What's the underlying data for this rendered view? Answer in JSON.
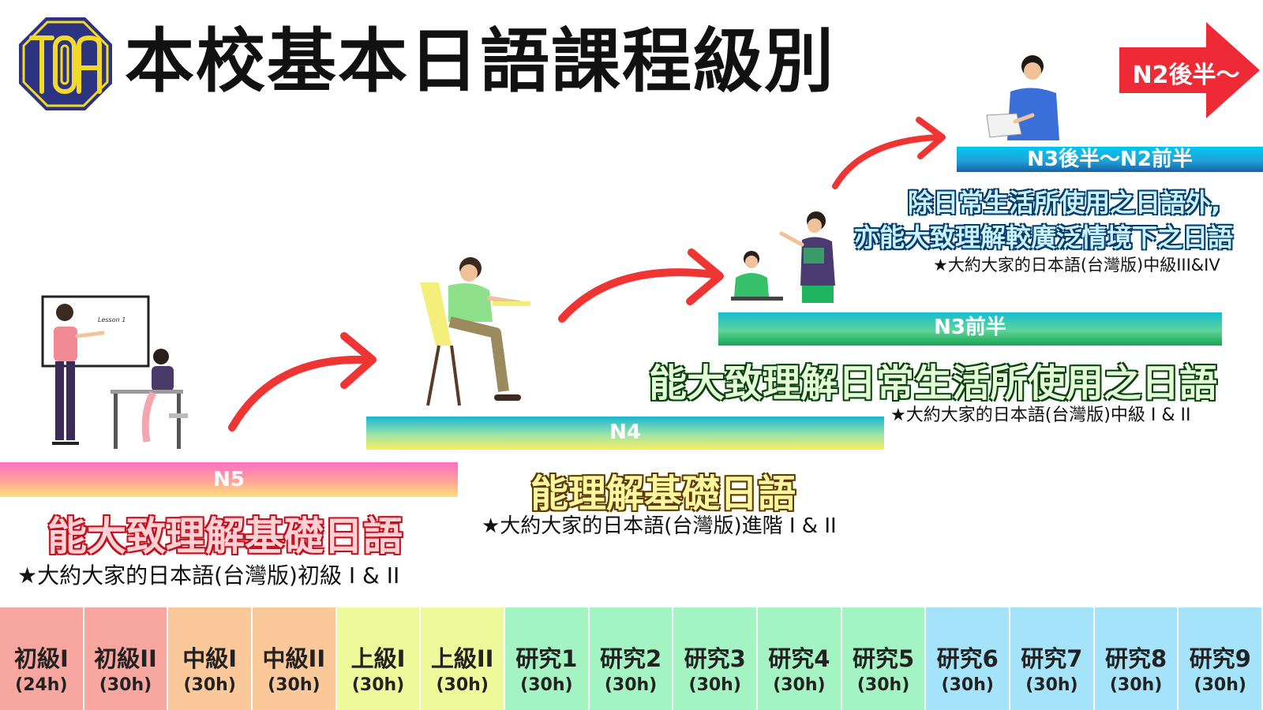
{
  "title": "本校基本日語課程級別",
  "logo": {
    "text": "TOA",
    "colors": {
      "fill": "#2c3380",
      "line": "#f2d92a"
    }
  },
  "stages": [
    {
      "id": "n5",
      "label": "N5",
      "goal": [
        "能大致理解基礎日語"
      ],
      "textbook": "★大約大家的日本語(台灣版)初級 I & II"
    },
    {
      "id": "n4",
      "label": "N4",
      "goal": [
        "能理解基礎日語"
      ],
      "textbook": "★大約大家的日本語(台灣版)進階 I & II"
    },
    {
      "id": "n3a",
      "label": "N3前半",
      "goal": [
        "能大致理解日常生活所使用之日語"
      ],
      "textbook": "★大約大家的日本語(台灣版)中級 I & II"
    },
    {
      "id": "n3b",
      "label": "N3後半～N2前半",
      "goal": [
        "除日常生活所使用之日語外,",
        "亦能大致理解較廣泛情境下之日語"
      ],
      "textbook": "★大約大家的日本語(台灣版)中級III&IV"
    }
  ],
  "next_stage": {
    "label": "N2後半～",
    "color": "#ee2a36"
  },
  "arrow_color": "#ef3434",
  "illustration": {
    "board_text": "Lesson 1"
  },
  "levels": [
    {
      "name": "初級I",
      "hours": "(24h)",
      "color": "#f7a6a0"
    },
    {
      "name": "初級II",
      "hours": "(30h)",
      "color": "#f7a6a0"
    },
    {
      "name": "中級I",
      "hours": "(30h)",
      "color": "#fbc89a"
    },
    {
      "name": "中級II",
      "hours": "(30h)",
      "color": "#fbc89a"
    },
    {
      "name": "上級I",
      "hours": "(30h)",
      "color": "#eef99a"
    },
    {
      "name": "上級II",
      "hours": "(30h)",
      "color": "#eef99a"
    },
    {
      "name": "研究1",
      "hours": "(30h)",
      "color": "#a4f3c2"
    },
    {
      "name": "研究2",
      "hours": "(30h)",
      "color": "#a4f3c2"
    },
    {
      "name": "研究3",
      "hours": "(30h)",
      "color": "#a4f3c2"
    },
    {
      "name": "研究4",
      "hours": "(30h)",
      "color": "#a4f3c2"
    },
    {
      "name": "研究5",
      "hours": "(30h)",
      "color": "#a4f3c2"
    },
    {
      "name": "研究6",
      "hours": "(30h)",
      "color": "#a5e3fa"
    },
    {
      "name": "研究7",
      "hours": "(30h)",
      "color": "#a5e3fa"
    },
    {
      "name": "研究8",
      "hours": "(30h)",
      "color": "#a5e3fa"
    },
    {
      "name": "研究9",
      "hours": "(30h)",
      "color": "#a5e3fa"
    }
  ]
}
